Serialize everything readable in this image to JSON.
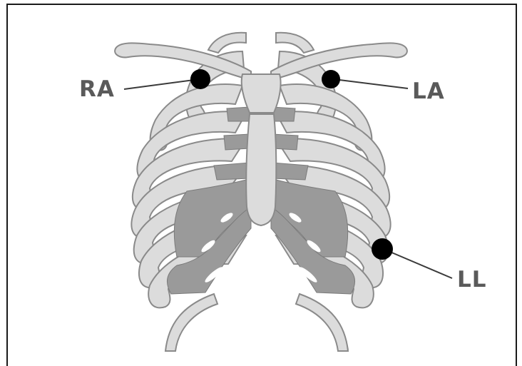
{
  "labels": {
    "right_arm": "RA",
    "left_arm": "LA",
    "left_leg": "LL"
  },
  "colors": {
    "bone_fill": "#dcdcdc",
    "bone_outline": "#8a8a8a",
    "cartilage": "#9a9a9a",
    "electrode": "#000000",
    "label_text": "#5a5a5a",
    "frame": "#1a1a1a"
  }
}
